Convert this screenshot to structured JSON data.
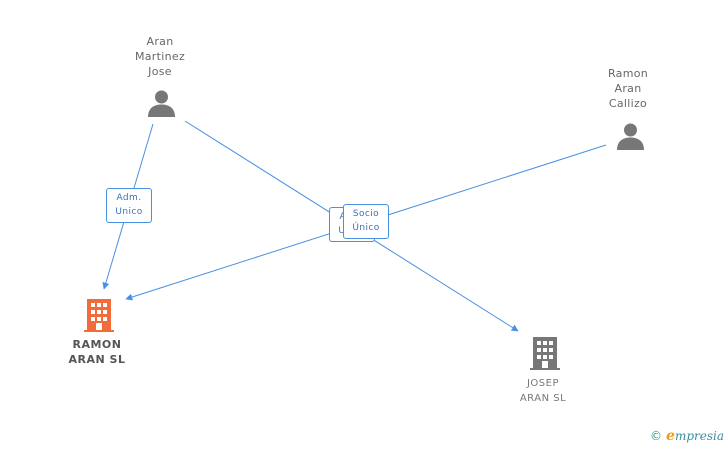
{
  "nodes": {
    "person_aran": {
      "lines": [
        "Aran",
        "Martinez",
        "Jose"
      ]
    },
    "person_ramon": {
      "lines": [
        "Ramon",
        "Aran",
        "Callizo"
      ]
    },
    "company_ramon": {
      "lines": [
        "RAMON",
        "ARAN SL"
      ]
    },
    "company_josep": {
      "lines": [
        "JOSEP",
        "ARAN SL"
      ]
    }
  },
  "edge_labels": {
    "adm_unico": {
      "lines": [
        "Adm.",
        "Unico"
      ]
    },
    "adm_unico_hidden": {
      "lines": [
        "Adm.",
        "Unico"
      ]
    },
    "socio_unico": {
      "lines": [
        "Socio",
        "Único"
      ]
    }
  },
  "colors": {
    "edge": "#4a90e2",
    "person_icon": "#777777",
    "company_highlight": "#f26b3a",
    "company_default": "#777777"
  },
  "watermark": {
    "copyright": "©",
    "brand_initial": "e",
    "brand_rest": "mpresia"
  }
}
